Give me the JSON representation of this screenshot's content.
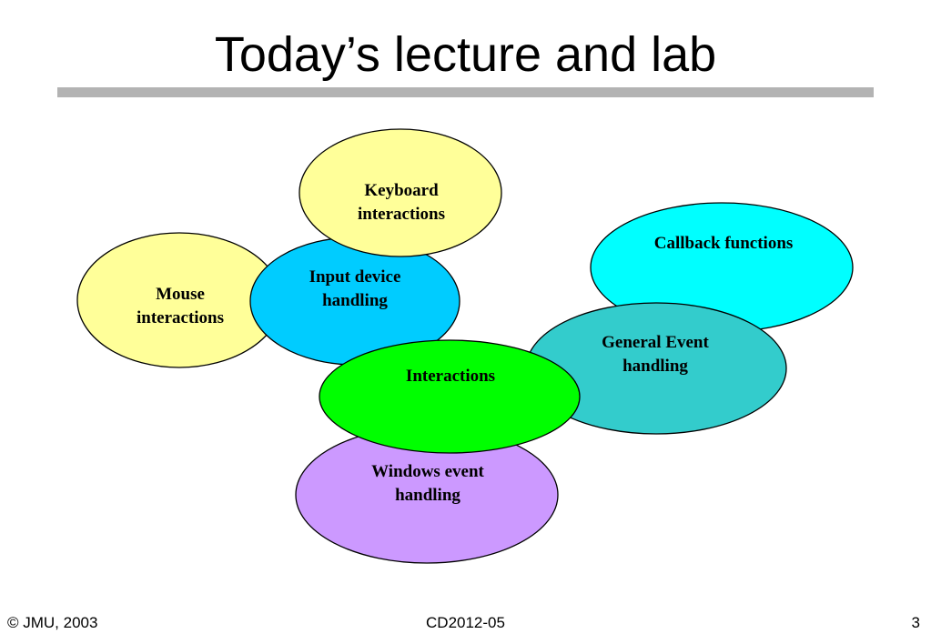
{
  "slide": {
    "title": "Today’s lecture and lab"
  },
  "nodes": {
    "mouse": {
      "line1": "Mouse",
      "line2": "interactions",
      "color": "#ffff99"
    },
    "input_device": {
      "line1": "Input device",
      "line2": "handling",
      "color": "#00ccff"
    },
    "keyboard": {
      "line1": "Keyboard",
      "line2": "interactions",
      "color": "#ffff99"
    },
    "callback": {
      "line1": "Callback functions",
      "color": "#00ffff"
    },
    "general_event": {
      "line1": "General Event",
      "line2": "handling",
      "color": "#33cccc"
    },
    "interactions": {
      "line1": "Interactions",
      "color": "#00ff00"
    },
    "windows_event": {
      "line1": "Windows event",
      "line2": "handling",
      "color": "#cc99ff"
    }
  },
  "footer": {
    "left": "© JMU, 2003",
    "center": "CD2012-05",
    "right": "3"
  }
}
